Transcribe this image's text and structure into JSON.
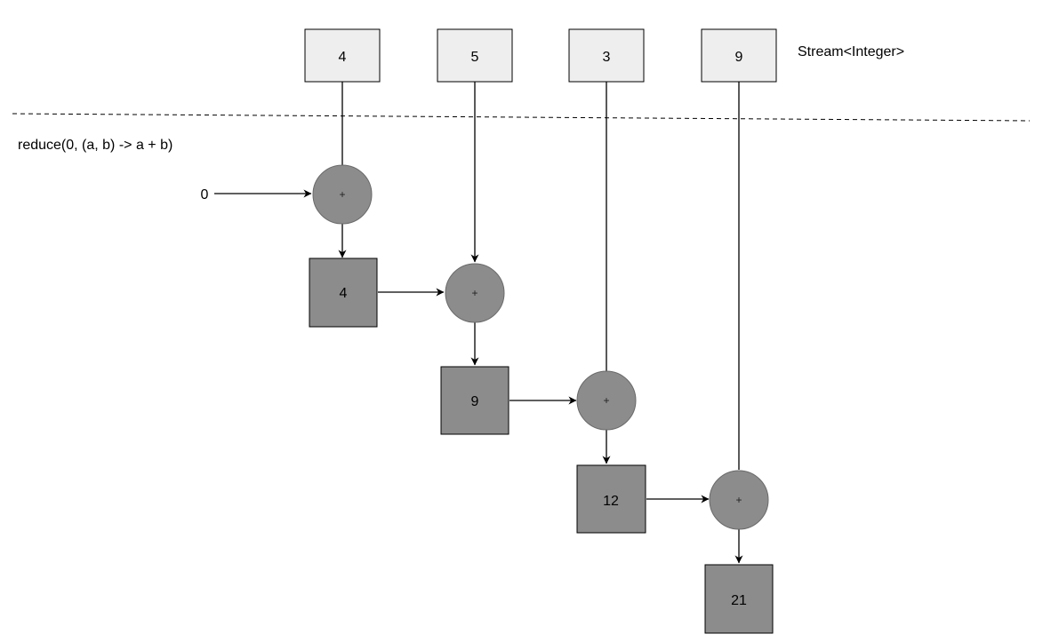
{
  "stream": {
    "label": "Stream<Integer>",
    "elements": [
      "4",
      "5",
      "3",
      "9"
    ]
  },
  "operation": {
    "label": "reduce(0, (a, b) -> a + b)",
    "identity": "0",
    "operator_symbol": "+"
  },
  "results": [
    "4",
    "9",
    "12",
    "21"
  ]
}
